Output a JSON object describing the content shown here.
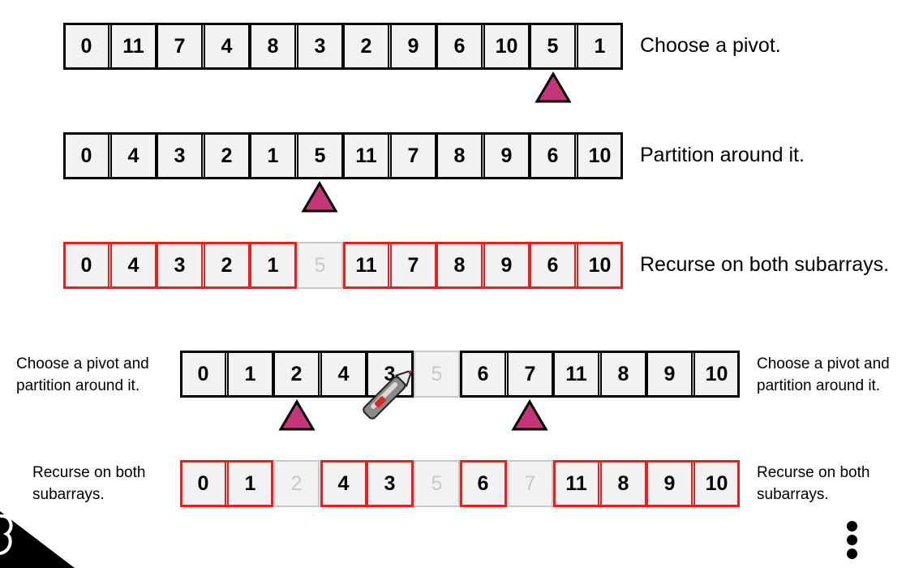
{
  "rows": [
    {
      "caption": "Choose a pivot.",
      "cells": [
        {
          "v": "0"
        },
        {
          "v": "11"
        },
        {
          "v": "7"
        },
        {
          "v": "4"
        },
        {
          "v": "8"
        },
        {
          "v": "3"
        },
        {
          "v": "2"
        },
        {
          "v": "9"
        },
        {
          "v": "6"
        },
        {
          "v": "10"
        },
        {
          "v": "5"
        },
        {
          "v": "1"
        }
      ]
    },
    {
      "caption": "Partition around it.",
      "cells": [
        {
          "v": "0"
        },
        {
          "v": "4"
        },
        {
          "v": "3"
        },
        {
          "v": "2"
        },
        {
          "v": "1"
        },
        {
          "v": "5"
        },
        {
          "v": "11"
        },
        {
          "v": "7"
        },
        {
          "v": "8"
        },
        {
          "v": "9"
        },
        {
          "v": "6"
        },
        {
          "v": "10"
        }
      ]
    },
    {
      "caption": "Recurse on both subarrays.",
      "cells": [
        {
          "v": "0",
          "s": "red"
        },
        {
          "v": "4",
          "s": "red"
        },
        {
          "v": "3",
          "s": "red"
        },
        {
          "v": "2",
          "s": "red"
        },
        {
          "v": "1",
          "s": "red"
        },
        {
          "v": "5",
          "s": "dim"
        },
        {
          "v": "11",
          "s": "red"
        },
        {
          "v": "7",
          "s": "red"
        },
        {
          "v": "8",
          "s": "red"
        },
        {
          "v": "9",
          "s": "red"
        },
        {
          "v": "6",
          "s": "red"
        },
        {
          "v": "10",
          "s": "red"
        }
      ]
    },
    {
      "left_caption": [
        "Choose a pivot and",
        "partition around it."
      ],
      "right_caption": [
        "Choose a pivot and",
        "partition around it."
      ],
      "cells": [
        {
          "v": "0"
        },
        {
          "v": "1"
        },
        {
          "v": "2"
        },
        {
          "v": "4"
        },
        {
          "v": "3"
        },
        {
          "v": "5",
          "s": "dim"
        },
        {
          "v": "6"
        },
        {
          "v": "7"
        },
        {
          "v": "11"
        },
        {
          "v": "8"
        },
        {
          "v": "9"
        },
        {
          "v": "10"
        }
      ]
    },
    {
      "left_caption": [
        "Recurse on both",
        "subarrays."
      ],
      "right_caption": [
        "Recurse on both",
        "subarrays."
      ],
      "cells": [
        {
          "v": "0",
          "s": "red"
        },
        {
          "v": "1",
          "s": "red"
        },
        {
          "v": "2",
          "s": "dim"
        },
        {
          "v": "4",
          "s": "red"
        },
        {
          "v": "3",
          "s": "red"
        },
        {
          "v": "5",
          "s": "dim"
        },
        {
          "v": "6",
          "s": "red"
        },
        {
          "v": "7",
          "s": "dim"
        },
        {
          "v": "11",
          "s": "red"
        },
        {
          "v": "8",
          "s": "red"
        },
        {
          "v": "9",
          "s": "red"
        },
        {
          "v": "10",
          "s": "red"
        }
      ]
    }
  ],
  "pivot_indices": [
    [
      10
    ],
    [
      5
    ],
    [],
    [
      2,
      7
    ],
    []
  ],
  "colors": {
    "pivot_marker": "#c4357a",
    "subarray_border": "#ee1c1c",
    "inactive_text": "#c8c8c8"
  },
  "icons": [
    "pivot-triangle-icon",
    "pen-cursor-icon",
    "vertical-ellipsis-icon"
  ]
}
